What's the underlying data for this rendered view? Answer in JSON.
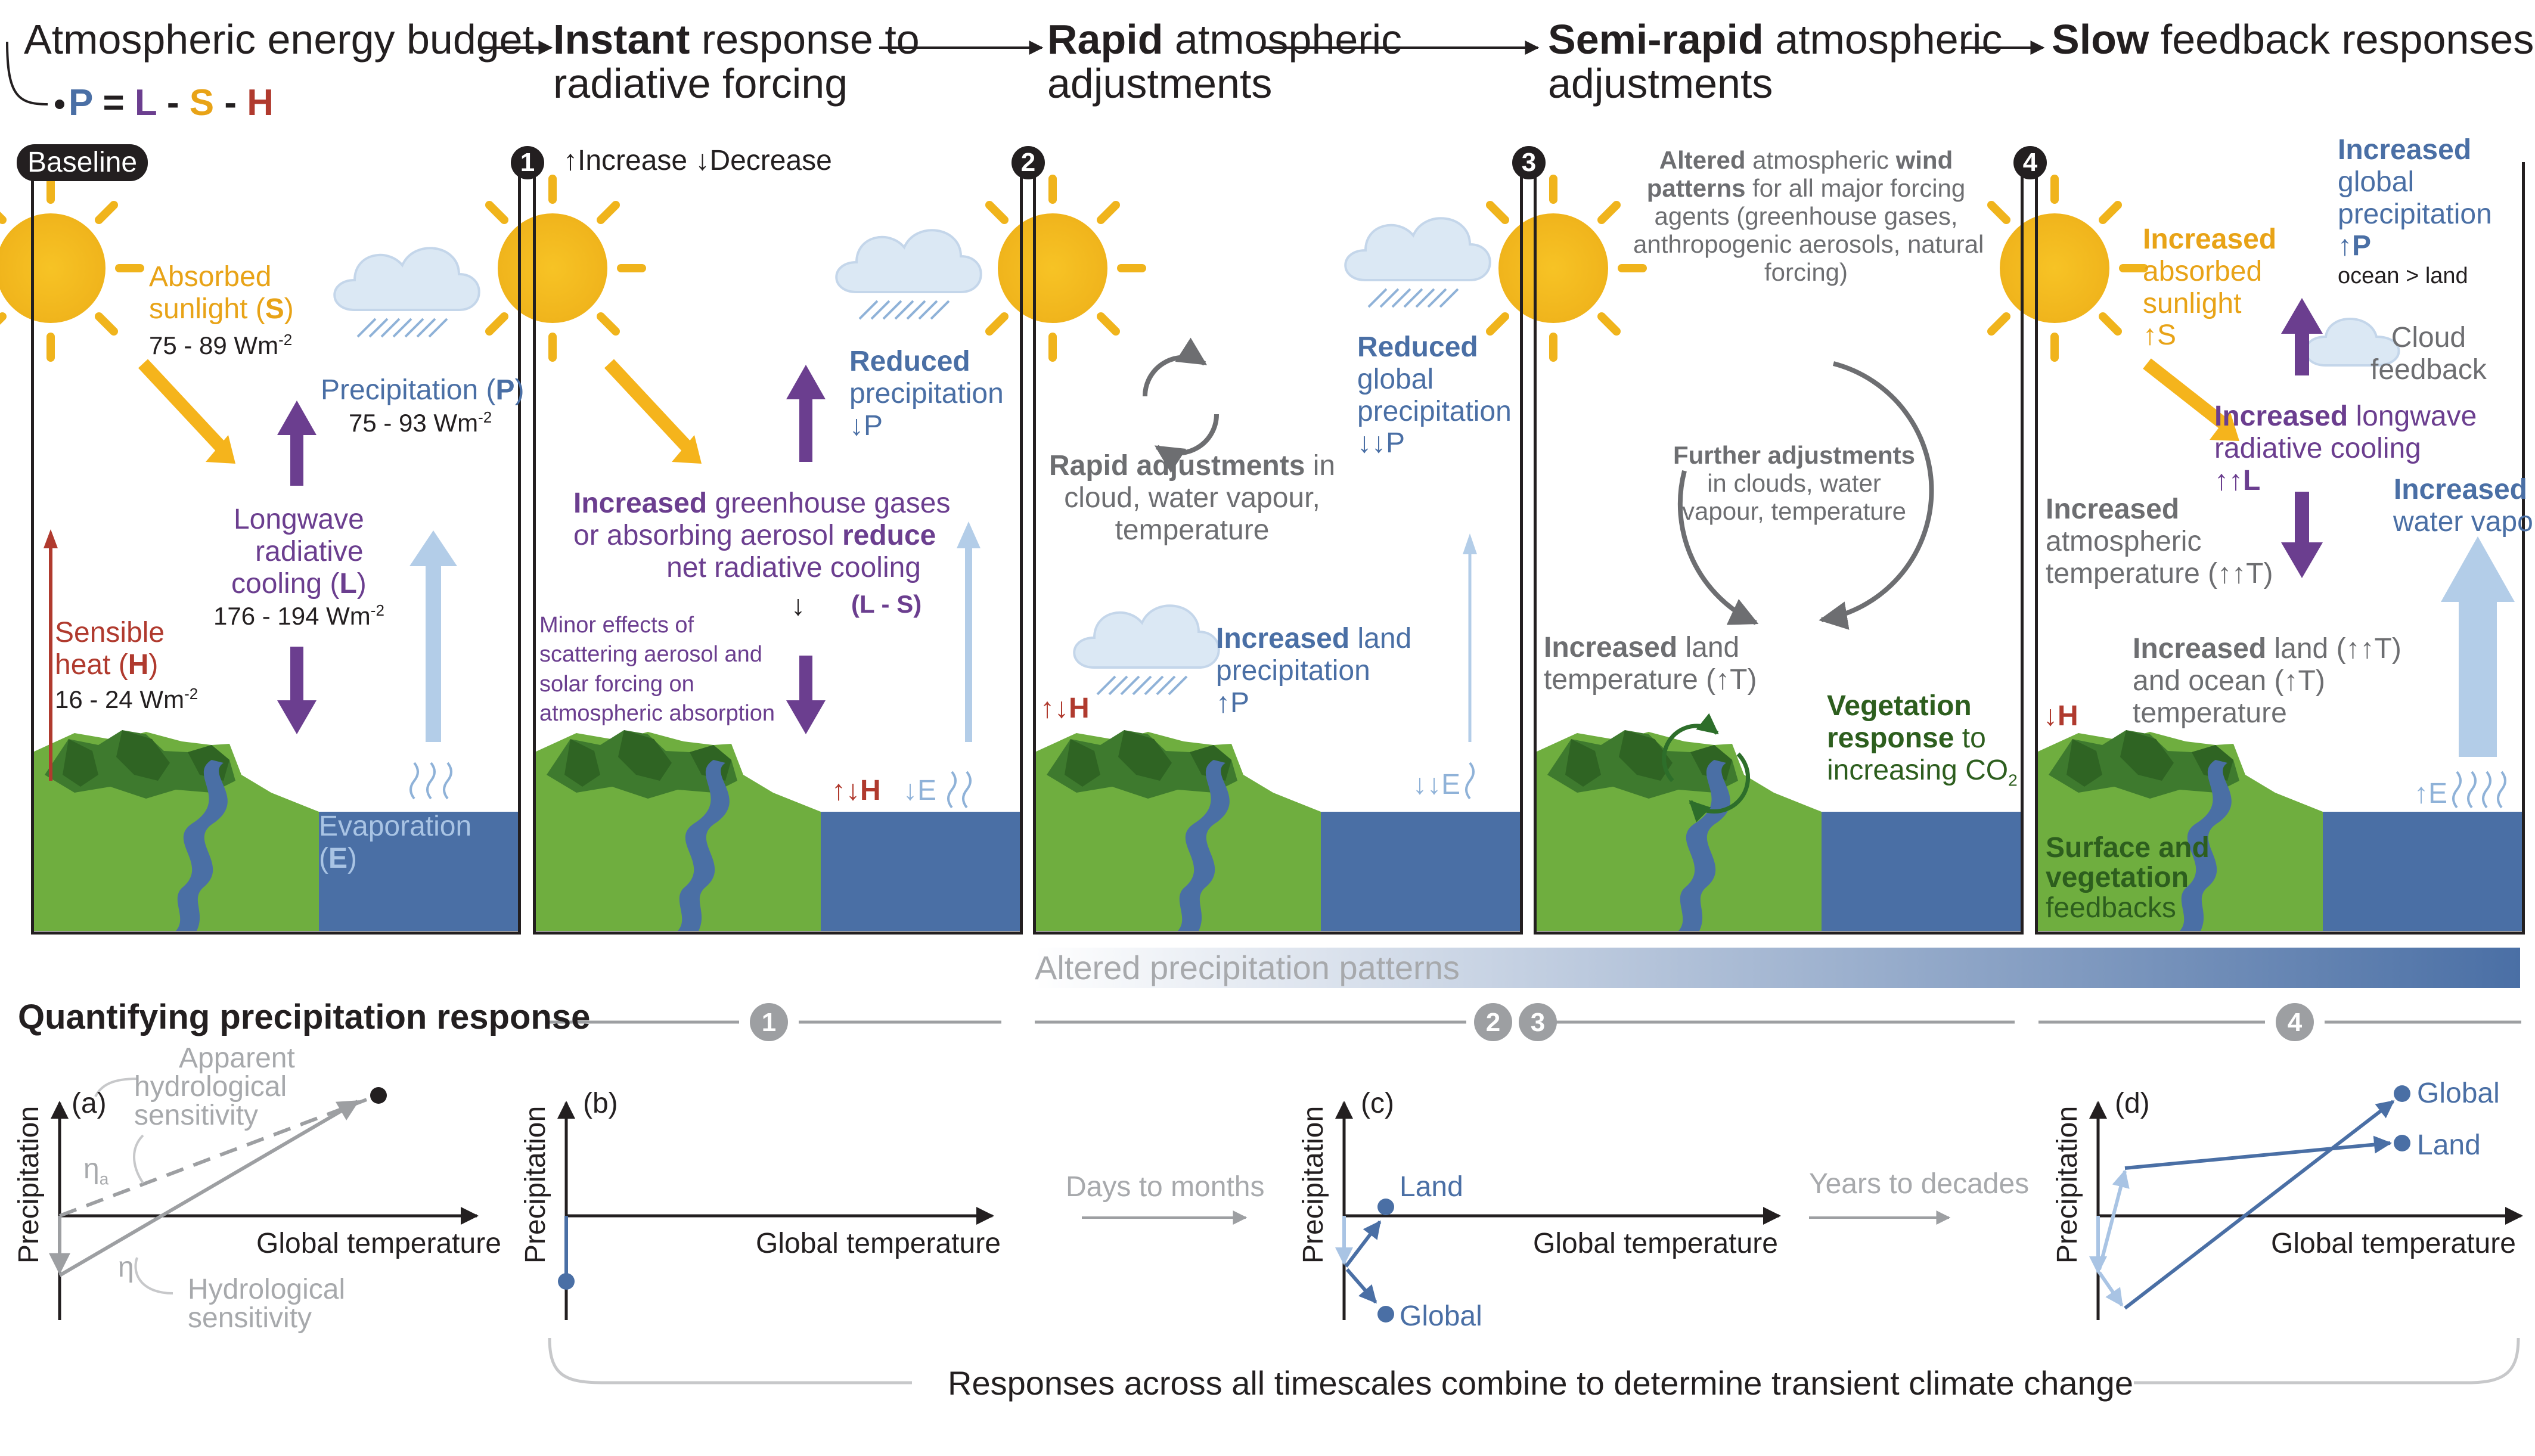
{
  "header": {
    "budget": "Atmospheric energy budget",
    "eq_P": "P",
    "eq_eq": " = ",
    "eq_L": "L",
    "eq_m1": " - ",
    "eq_S": "S",
    "eq_m2": " - ",
    "eq_H": "H",
    "stage1_bold": "Instant",
    "stage1_rest": " response to",
    "stage1_line2": "radiative forcing",
    "stage2_bold": "Rapid",
    "stage2_rest": " atmospheric",
    "stage2_line2": "adjustments",
    "stage3_bold": "Semi-rapid",
    "stage3_rest": " atmospheric",
    "stage3_line2": "adjustments",
    "stage4_bold": "Slow",
    "stage4_rest": " feedback responses"
  },
  "panel0": {
    "badge": "Baseline",
    "sun_l1": "Absorbed",
    "sun_l2a": "sunlight (",
    "sun_l2b": "S",
    "sun_l2c": ")",
    "sun_val": "75 - 89 Wm",
    "sun_sup": "-2",
    "precip_a": "Precipitation (",
    "precip_b": "P",
    "precip_c": ")",
    "precip_val": "75 - 93 Wm",
    "precip_sup": "-2",
    "lw_l1": "Longwave",
    "lw_l2": "radiative",
    "lw_l3a": "cooling (",
    "lw_l3b": "L",
    "lw_l3c": ")",
    "lw_val": "176 - 194 Wm",
    "lw_sup": "-2",
    "sh_l1": "Sensible",
    "sh_l2a": "heat (",
    "sh_l2b": "H",
    "sh_l2c": ")",
    "sh_val": "16 - 24 Wm",
    "sh_sup": "-2",
    "evap_l1": "Evaporation",
    "evap_l2a": "(",
    "evap_l2b": "E",
    "evap_l2c": ")"
  },
  "panel1": {
    "num": "1",
    "legend": "↑Increase ↓Decrease",
    "reduced_l1": "Reduced",
    "reduced_l2": "precipitation",
    "reduced_l3": "↓P",
    "inc_l1a": "Increased",
    "inc_l1b": " greenhouse gases",
    "inc_l2a": "or absorbing aerosol ",
    "inc_l2b": "reduce",
    "inc_l3": "net radiative cooling",
    "inc_arrow": "↓",
    "inc_L": "(L - S)",
    "minor_l1": "Minor effects of",
    "minor_l2": "scattering aerosol and",
    "minor_l3": "solar forcing on",
    "minor_l4": "atmospheric absorption",
    "h_label": "↑↓H",
    "e_label": "↓E"
  },
  "panel2": {
    "num": "2",
    "rapid_l1a": "Rapid adjustments",
    "rapid_l1b": " in",
    "rapid_l2": "cloud, water vapour,",
    "rapid_l3": "temperature",
    "reduced_l1": "Reduced",
    "reduced_l2": "global",
    "reduced_l3": "precipitation",
    "reduced_l4": "↓↓P",
    "land_l1a": "Increased",
    "land_l1b": " land",
    "land_l2": "precipitation",
    "land_l3": "↑P",
    "h_label": "↑↓H",
    "e_label": "↓↓E"
  },
  "panel3": {
    "num": "3",
    "wind_l1a": "Altered",
    "wind_l1b": " atmospheric ",
    "wind_l1c": "wind",
    "wind_l2a": "patterns",
    "wind_l2b": " for all major forcing",
    "wind_l3": "agents (greenhouse gases,",
    "wind_l4": "anthropogenic aerosols, natural",
    "wind_l5": "forcing)",
    "further_l1": "Further adjustments",
    "further_l2": "in clouds, water",
    "further_l3": "vapour, temperature",
    "landt_l1a": "Increased",
    "landt_l1b": " land",
    "landt_l2": "temperature (↑T)",
    "veg_l1": "Vegetation",
    "veg_l2a": "response",
    "veg_l2b": " to",
    "veg_l3": "increasing CO",
    "veg_sub": "2"
  },
  "panel4": {
    "num": "4",
    "sun_l1": "Increased",
    "sun_l2": "absorbed",
    "sun_l3": "sunlight",
    "sun_l4": "↑S",
    "gp_l1": "Increased",
    "gp_l2": "global",
    "gp_l3": "precipitation",
    "gp_l4": "↑P",
    "gp_l5": "ocean > land",
    "cloud_l1": "Cloud",
    "cloud_l2": "feedback",
    "lw_l1a": "Increased",
    "lw_l1b": " longwave",
    "lw_l2": "radiative cooling",
    "lw_l3": "↑↑L",
    "wv_l1": "Increased",
    "wv_l2": "water vapor",
    "at_l1": "Increased",
    "at_l2": "atmospheric",
    "at_l3": "temperature (↑↑T)",
    "lo_l1a": "Increased",
    "lo_l1b": " land (↑↑T)",
    "lo_l2": "and ocean (↑T)",
    "lo_l3": "temperature",
    "h_label": "↓H",
    "e_label": "↑E",
    "sv_l1": "Surface and",
    "sv_l2": "vegetation",
    "sv_l3": "feedbacks"
  },
  "bottom": {
    "altered": "Altered precipitation patterns",
    "quant": "Quantifying precipitation response",
    "c1": "1",
    "c2": "2",
    "c3": "3",
    "c4": "4",
    "days": "Days to months",
    "years": "Years to decades",
    "combine": "Responses across all timescales combine to determine transient climate change"
  },
  "chart_a": {
    "tag": "(a)",
    "ylabel": "Precipitation",
    "xlabel": "Global temperature",
    "app_l1": "Apparent",
    "app_l2": "hydrological",
    "app_l3": "sensitivity",
    "eta_a": "η",
    "eta_a_sub": "a",
    "eta": "η",
    "hyd_l1": "Hydrological",
    "hyd_l2": "sensitivity"
  },
  "chart_b": {
    "tag": "(b)",
    "ylabel": "Precipitation",
    "xlabel": "Global temperature"
  },
  "chart_c": {
    "tag": "(c)",
    "ylabel": "Precipitation",
    "xlabel": "Global temperature",
    "land": "Land",
    "global": "Global"
  },
  "chart_d": {
    "tag": "(d)",
    "ylabel": "Precipitation",
    "xlabel": "Global temperature",
    "global": "Global",
    "land": "Land"
  },
  "colors": {
    "sunlight": "#e8a317",
    "precipitation": "#4a6fa5",
    "evaporation": "#8fb2d8",
    "longwave": "#6b3e8f",
    "sensible_heat": "#b03a2e",
    "land": "#6fae3f",
    "ocean": "#4a6fa5",
    "grey": "#6d6e71"
  }
}
